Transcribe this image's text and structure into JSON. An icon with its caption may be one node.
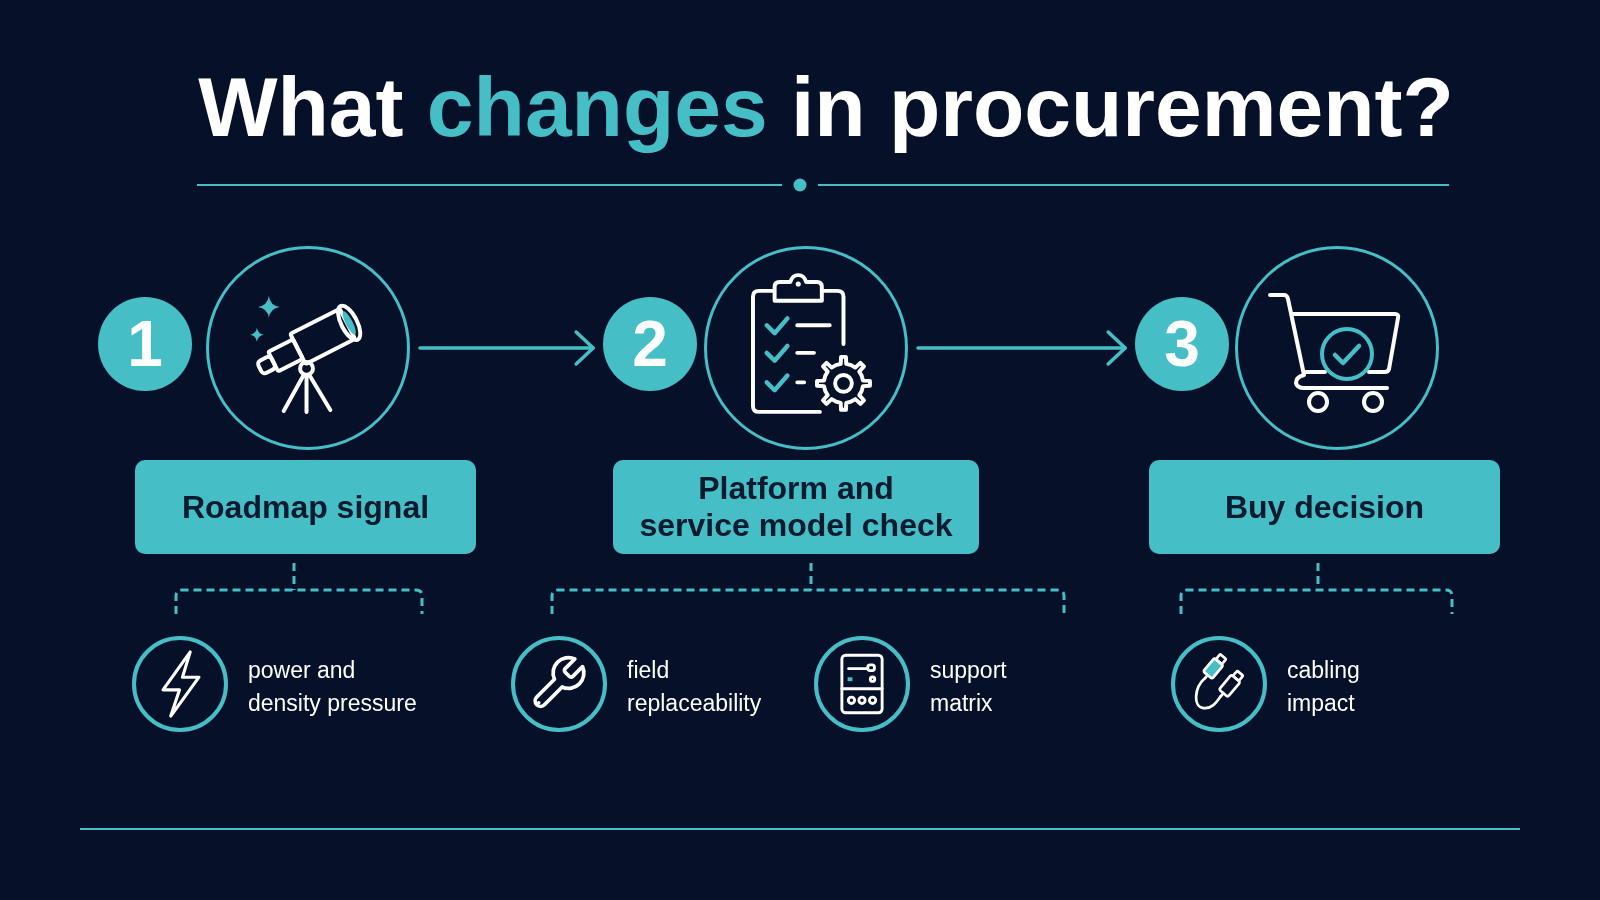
{
  "diagram": {
    "title": "What **changes** in procurement?",
    "nodes": [
      {
        "text": [
          "1"
        ]
      },
      {
        "text": [],
        "shape": "circle"
      },
      {
        "text": [
          "2"
        ]
      },
      {
        "text": [],
        "shape": "circle"
      },
      {
        "text": [
          "3"
        ]
      },
      {
        "text": [],
        "shape": "circle"
      },
      {
        "text": [
          "Roadmap signal"
        ]
      },
      {
        "text": [
          "Platform and service model check"
        ]
      },
      {
        "text": [
          "Buy decision"
        ]
      },
      {
        "text": [],
        "shape": "circle",
        "beside": [
          "power and density pressure"
        ]
      },
      {
        "text": [],
        "shape": "circle",
        "beside": [
          "field replaceability"
        ]
      },
      {
        "text": [],
        "shape": "circle",
        "beside": [
          "support matrix"
        ]
      },
      {
        "text": [],
        "shape": "circle",
        "beside": [
          "cabling impact"
        ]
      }
    ],
    "edges": [
      {
        "from": 1,
        "to": 2,
        "arrow": "to"
      },
      {
        "from": 3,
        "to": 4,
        "arrow": "to"
      }
    ]
  }
}
